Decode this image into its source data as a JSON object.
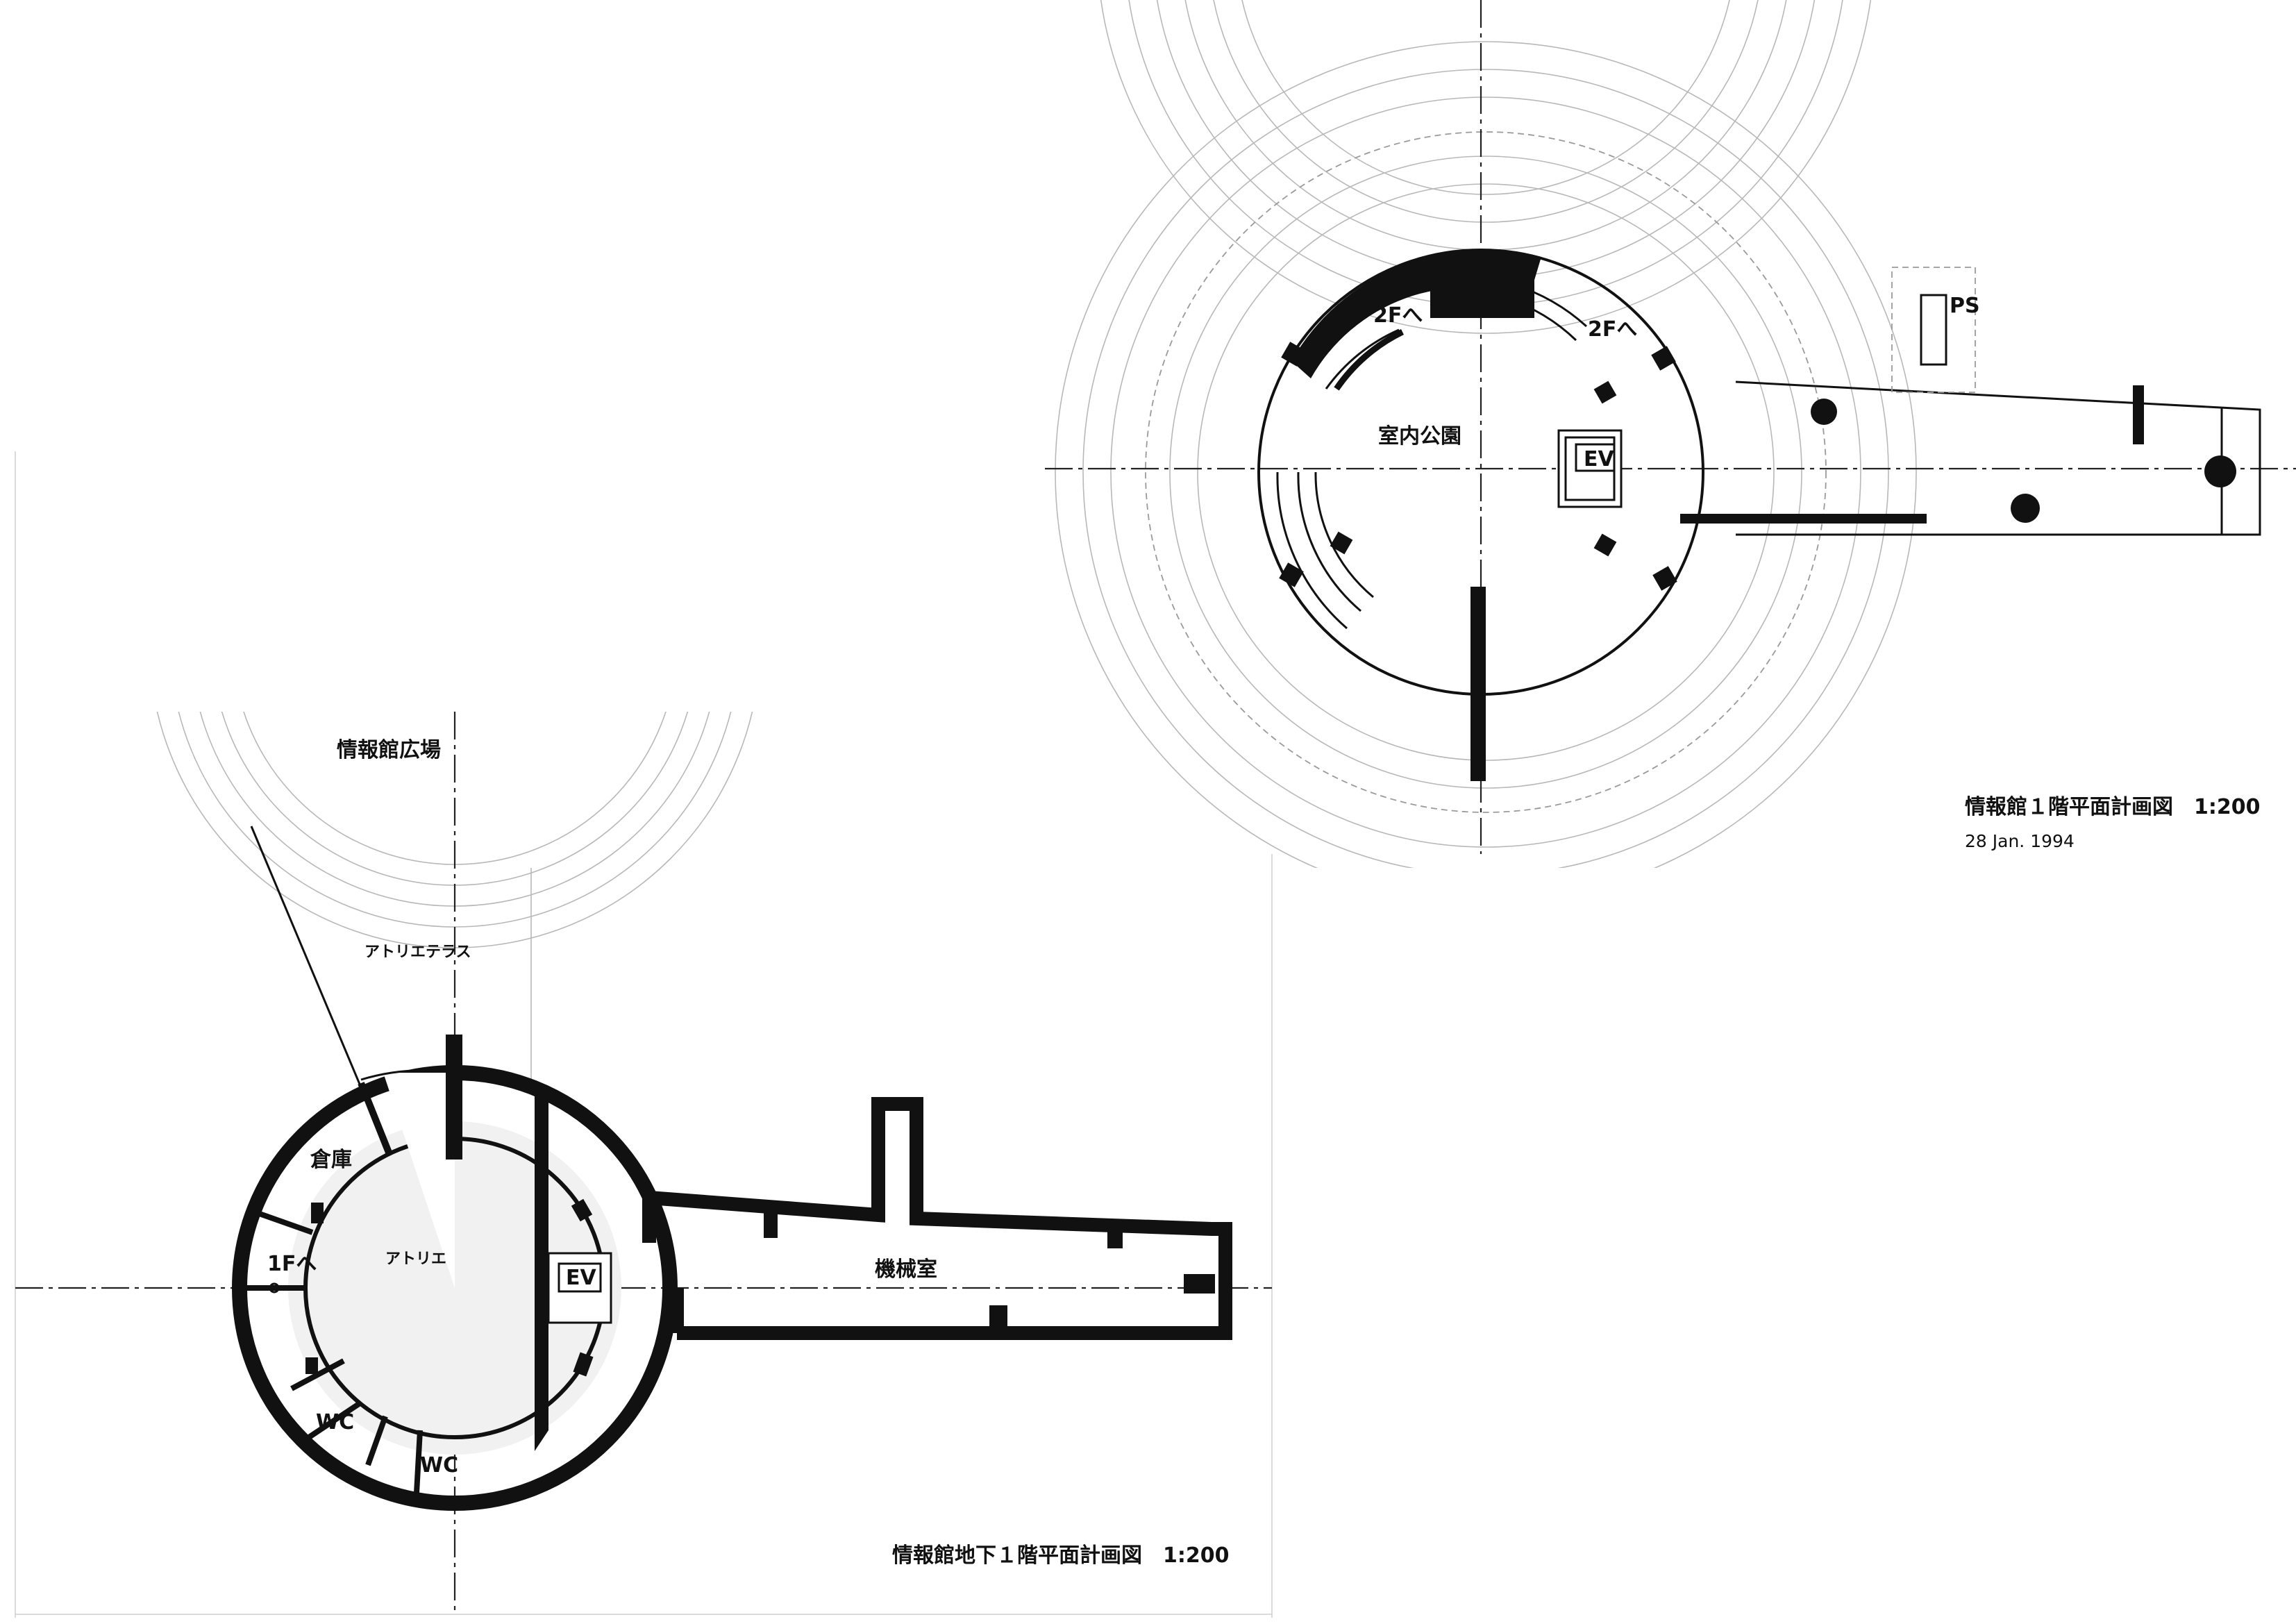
{
  "plans": {
    "ground_floor": {
      "title": "情報館１階平面計画図　1:200",
      "date": "28  Jan.  1994",
      "rooms": {
        "indoor_park": "室内公園",
        "elevator": "EV",
        "to_2f_left": "2Fへ",
        "to_2f_right": "2Fへ",
        "pipe_space": "PS"
      }
    },
    "basement_floor": {
      "title": "情報館地下１階平面計画図　1:200",
      "rooms": {
        "plaza": "情報館広場",
        "atelier_terrace": "アトリエテラス",
        "storage": "倉庫",
        "to_1f": "1Fへ",
        "atelier": "アトリエ",
        "elevator": "EV",
        "machine_room": "機械室",
        "wc_left": "WC",
        "wc_right": "WC"
      }
    }
  }
}
